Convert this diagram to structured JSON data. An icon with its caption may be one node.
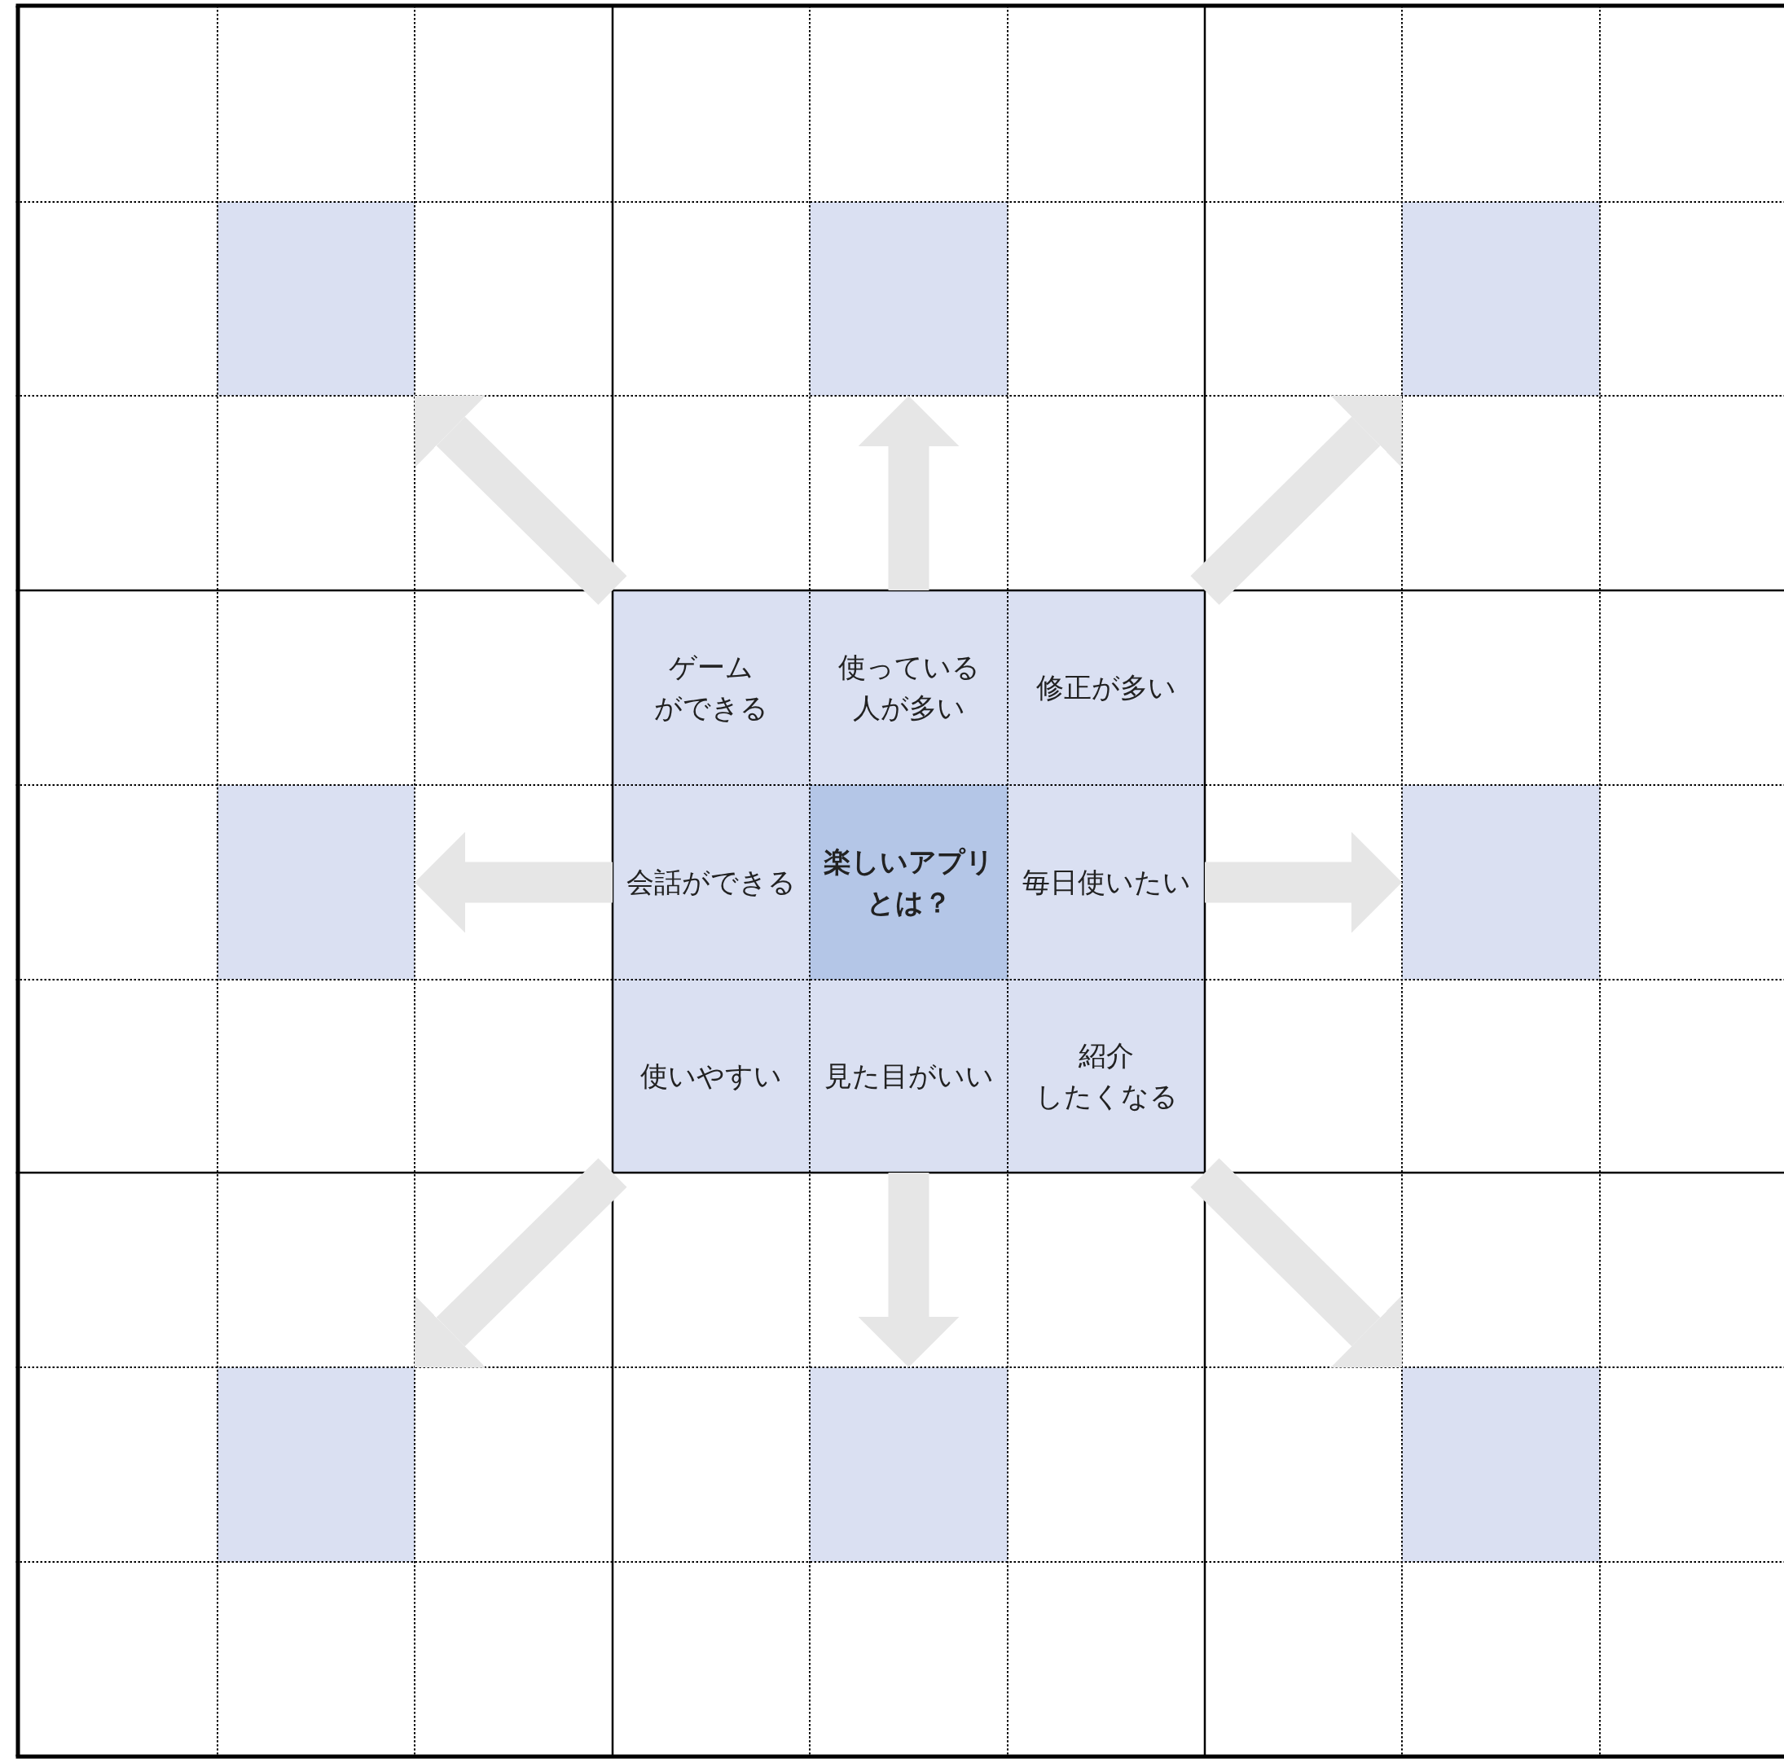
{
  "diagram": {
    "nodes": [
      {
        "text": [
          "ゲームができる"
        ]
      },
      {
        "text": [
          "使っている人が多い"
        ]
      },
      {
        "text": [
          "修正が多い"
        ]
      },
      {
        "text": [
          "会話ができる"
        ]
      },
      {
        "text": [
          "楽しいアプリとは？"
        ]
      },
      {
        "text": [
          "毎日使いたい"
        ]
      },
      {
        "text": [
          "使いやすい"
        ]
      },
      {
        "text": [
          "見た目がいい"
        ]
      },
      {
        "text": [
          "紹介したくなる"
        ]
      },
      {
        "text": [],
        "shape": "box"
      },
      {
        "text": [],
        "shape": "box"
      },
      {
        "text": [],
        "shape": "box"
      },
      {
        "text": [],
        "shape": "box"
      },
      {
        "text": [],
        "shape": "box"
      },
      {
        "text": [],
        "shape": "box"
      },
      {
        "text": [],
        "shape": "box"
      },
      {
        "text": [],
        "shape": "box"
      }
    ],
    "edges": [
      {
        "from": 0,
        "to": 9,
        "arrow": "to"
      },
      {
        "from": 1,
        "to": 10,
        "arrow": "to"
      },
      {
        "from": 2,
        "to": 11,
        "arrow": "to"
      },
      {
        "from": 3,
        "to": 12,
        "arrow": "to"
      },
      {
        "from": 5,
        "to": 13,
        "arrow": "to"
      },
      {
        "from": 6,
        "to": 14,
        "arrow": "to"
      },
      {
        "from": 7,
        "to": 15,
        "arrow": "to"
      },
      {
        "from": 8,
        "to": 16,
        "arrow": "to"
      }
    ]
  }
}
